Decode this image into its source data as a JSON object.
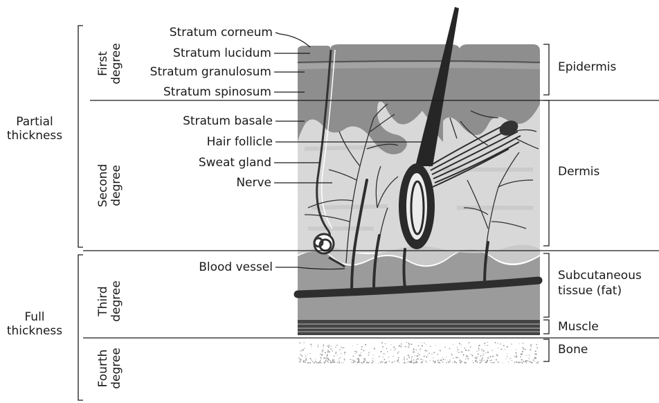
{
  "layer_labels": {
    "stratum_corneum": "Stratum corneum",
    "stratum_lucidum": "Stratum lucidum",
    "stratum_granulosum": "Stratum granulosum",
    "stratum_spinosum": "Stratum spinosum",
    "stratum_basale": "Stratum basale",
    "hair_follicle": "Hair follicle",
    "sweat_gland": "Sweat gland",
    "nerve": "Nerve",
    "blood_vessel": "Blood vessel"
  },
  "tissue_labels": {
    "epidermis": "Epidermis",
    "dermis": "Dermis",
    "subcutaneous_line1": "Subcutaneous",
    "subcutaneous_line2": "tissue (fat)",
    "muscle": "Muscle",
    "bone": "Bone"
  },
  "degree_labels": {
    "first_line1": "First",
    "first_line2": "degree",
    "second_line1": "Second",
    "second_line2": "degree",
    "third_line1": "Third",
    "third_line2": "degree",
    "fourth_line1": "Fourth",
    "fourth_line2": "degree"
  },
  "thickness_labels": {
    "partial_line1": "Partial",
    "partial_line2": "thickness",
    "full_line1": "Full",
    "full_line2": "thickness"
  },
  "colors": {
    "line": "#1a1a1a",
    "epidermis": "#8f8f8f",
    "dermis": "#d9d9d9",
    "subcutaneous": "#9a9a9a",
    "structure": "#333333"
  }
}
